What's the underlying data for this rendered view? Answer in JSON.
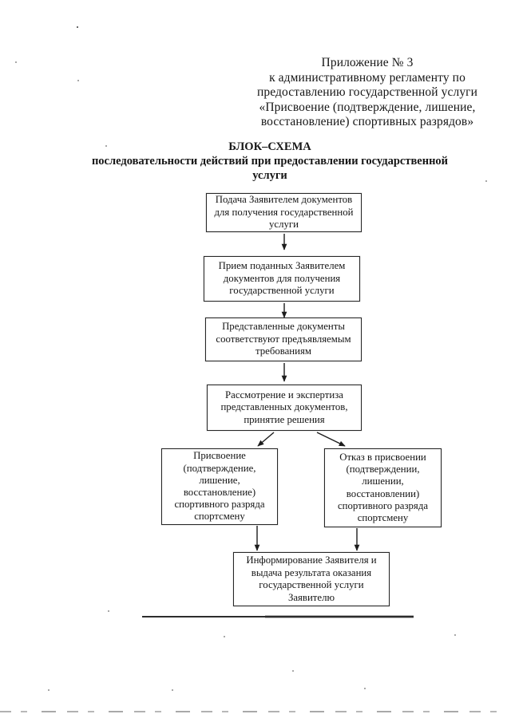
{
  "document": {
    "header": {
      "lines": [
        "Приложение № 3",
        "к административному регламенту по",
        "предоставлению государственной услуги",
        "«Присвоение (подтверждение, лишение,",
        "восстановление) спортивных разрядов»"
      ]
    },
    "title": {
      "lines": [
        "БЛОК–СХЕМА",
        "последовательности действий при предоставлении государственной",
        "услуги"
      ]
    },
    "flowchart": {
      "nodes": [
        {
          "id": "submit-documents",
          "text": "Подача Заявителем документов\nдля получения государственной\nуслуги"
        },
        {
          "id": "receive-documents",
          "text": "Прием поданных Заявителем\nдокументов для получения\nгосударственной услуги"
        },
        {
          "id": "documents-comply",
          "text": "Представленные документы\nсоответствуют предъявляемым\nтребованиям"
        },
        {
          "id": "review-expertise",
          "text": "Рассмотрение и экспертиза\nпредставленных документов,\nпринятие решения"
        },
        {
          "id": "grant-rank",
          "text": "Присвоение\n(подтверждение,\nлишение,\nвосстановление)\nспортивного разряда\nспортсмену"
        },
        {
          "id": "refuse-rank",
          "text": "Отказ в присвоении\n(подтверждении,\nлишении,\nвосстановлении)\nспортивного разряда\nспортсмену"
        },
        {
          "id": "inform-result",
          "text": "Информирование Заявителя и\nвыдача результата оказания\nгосударственной услуги\nЗаявителю"
        }
      ]
    },
    "colors": {
      "ink": "#161616",
      "box_border": "#272727",
      "arrow": "#1d1d1d",
      "rule": "#2c2c2c",
      "scan_artifact": "#9b9b9b"
    }
  }
}
